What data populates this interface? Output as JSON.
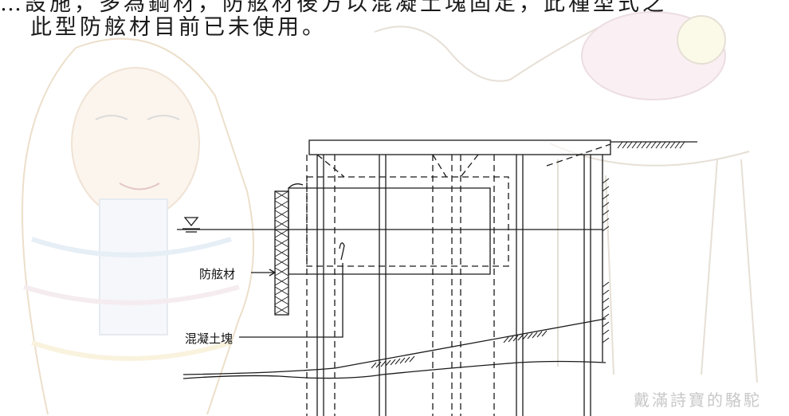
{
  "text": {
    "top_line_partial": "…設施，多為鋼材，防舷材後方以混凝土塊固定，此種型式之",
    "intro": "此型防舷材目前已未使用。",
    "label_fender": "防舷材",
    "label_concrete": "混凝土塊",
    "watermark_signature": "戴滿詩寶的駱駝"
  },
  "colors": {
    "ink": "#1a1a1a",
    "watermark": "#d9c9a8"
  }
}
